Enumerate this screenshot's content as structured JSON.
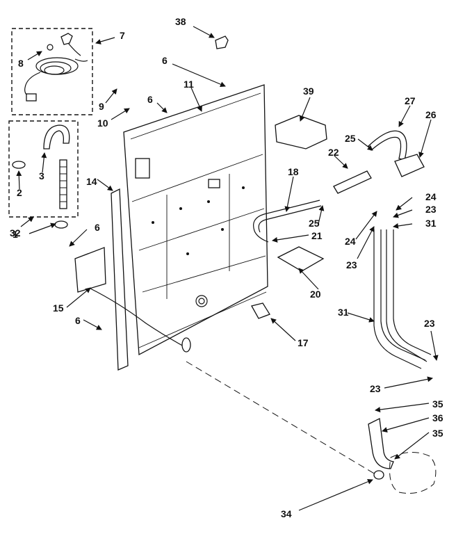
{
  "callouts": [
    {
      "id": "c38",
      "text": "38"
    },
    {
      "id": "c7",
      "text": "7"
    },
    {
      "id": "c8",
      "text": "8"
    },
    {
      "id": "c6a",
      "text": "6"
    },
    {
      "id": "c11",
      "text": "11"
    },
    {
      "id": "c39",
      "text": "39"
    },
    {
      "id": "c9",
      "text": "9"
    },
    {
      "id": "c6b",
      "text": "6"
    },
    {
      "id": "c10",
      "text": "10"
    },
    {
      "id": "c27",
      "text": "27"
    },
    {
      "id": "c26",
      "text": "26"
    },
    {
      "id": "c25a",
      "text": "25"
    },
    {
      "id": "c22",
      "text": "22"
    },
    {
      "id": "c18",
      "text": "18"
    },
    {
      "id": "c3",
      "text": "3"
    },
    {
      "id": "c14",
      "text": "14"
    },
    {
      "id": "c2",
      "text": "2"
    },
    {
      "id": "c24a",
      "text": "24"
    },
    {
      "id": "c23a",
      "text": "23"
    },
    {
      "id": "c1",
      "text": "1"
    },
    {
      "id": "c6c",
      "text": "6"
    },
    {
      "id": "c31a",
      "text": "31"
    },
    {
      "id": "c25b",
      "text": "25"
    },
    {
      "id": "c32",
      "text": "32"
    },
    {
      "id": "c21",
      "text": "21"
    },
    {
      "id": "c24b",
      "text": "24"
    },
    {
      "id": "c23b",
      "text": "23"
    },
    {
      "id": "c15",
      "text": "15"
    },
    {
      "id": "c20",
      "text": "20"
    },
    {
      "id": "c31b",
      "text": "31"
    },
    {
      "id": "c6d",
      "text": "6"
    },
    {
      "id": "c17",
      "text": "17"
    },
    {
      "id": "c23c",
      "text": "23"
    },
    {
      "id": "c23d",
      "text": "23"
    },
    {
      "id": "c35a",
      "text": "35"
    },
    {
      "id": "c36",
      "text": "36"
    },
    {
      "id": "c35b",
      "text": "35"
    },
    {
      "id": "c34",
      "text": "34"
    }
  ]
}
